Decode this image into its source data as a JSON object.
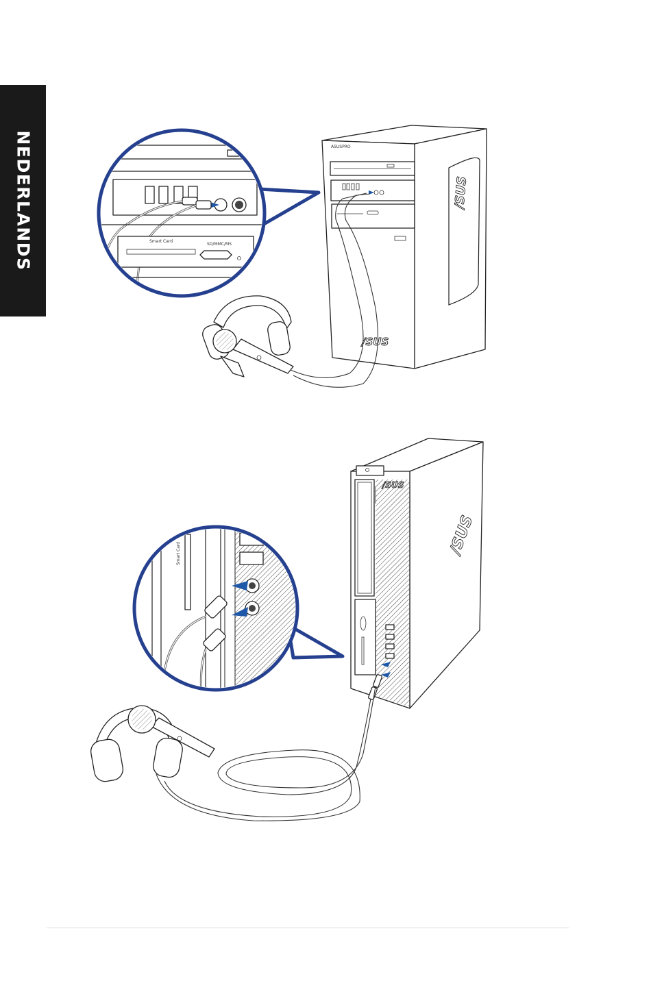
{
  "sidebar": {
    "language": "NEDERLANDS"
  },
  "tower": {
    "brand_top": "ASUSPRO",
    "logo_side": "/SUS",
    "logo_front": "/SUS",
    "zoom_labels": {
      "smart_card": "Smart Card",
      "sd_slot": "SD/MMC/MS"
    }
  },
  "sff": {
    "logo_front": "/SUS",
    "logo_side": "/SUS",
    "zoom_labels": {
      "smart_card": "Smart Card"
    }
  },
  "colors": {
    "sidebar_bg": "#1a1a1a",
    "zoom_ring": "#25408f",
    "arrow": "#1f58a8"
  }
}
